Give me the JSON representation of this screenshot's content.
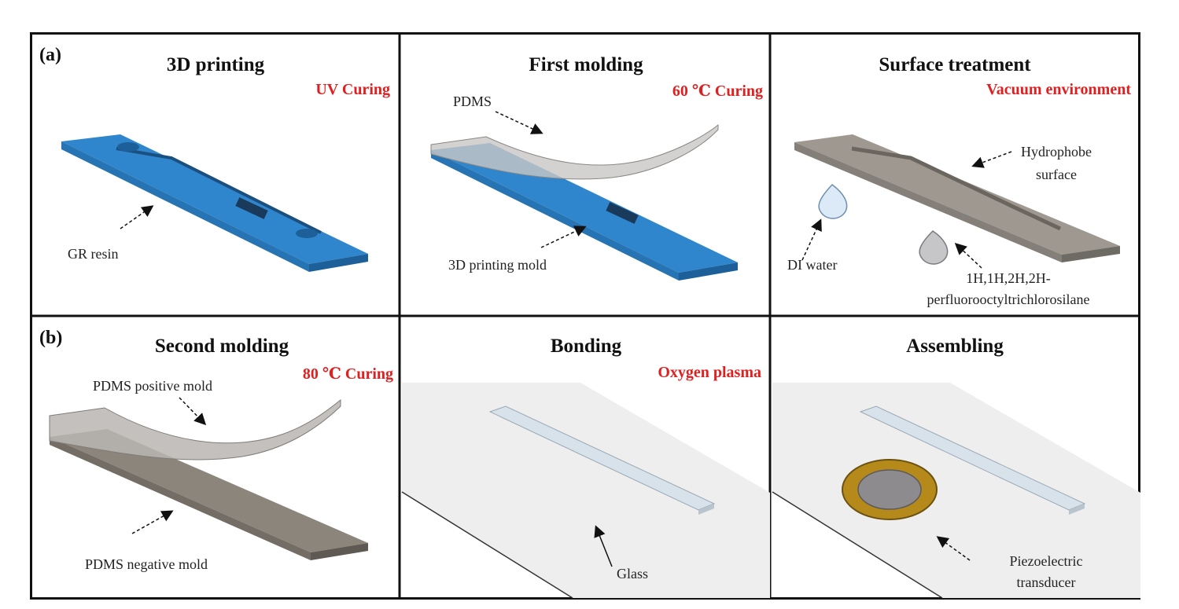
{
  "panel_labels": {
    "a": "(a)",
    "b": "(b)"
  },
  "colors": {
    "condition_text": "#e02020",
    "resin_blue": "#2b7fc4",
    "pdms_gray": "#9a948c",
    "transducer_gold": "#b58a1b"
  },
  "panels": [
    {
      "title": "3D printing",
      "condition": "UV Curing",
      "labels": [
        "GR resin"
      ]
    },
    {
      "title": "First molding",
      "condition": "60 ℃ Curing",
      "labels": [
        "PDMS",
        "3D printing mold"
      ]
    },
    {
      "title": "Surface treatment",
      "condition": "Vacuum environment",
      "labels": [
        "Hydrophobe",
        "surface",
        "DI water",
        "1H,1H,2H,2H-",
        "perfluorooctyltrichlorosilane"
      ]
    },
    {
      "title": "Second molding",
      "condition": "80 ℃ Curing",
      "labels": [
        "PDMS positive mold",
        "PDMS negative mold"
      ]
    },
    {
      "title": "Bonding",
      "condition": "Oxygen plasma",
      "labels": [
        "Glass"
      ]
    },
    {
      "title": "Assembling",
      "condition": "",
      "labels": [
        "Piezoelectric",
        "transducer"
      ]
    }
  ]
}
